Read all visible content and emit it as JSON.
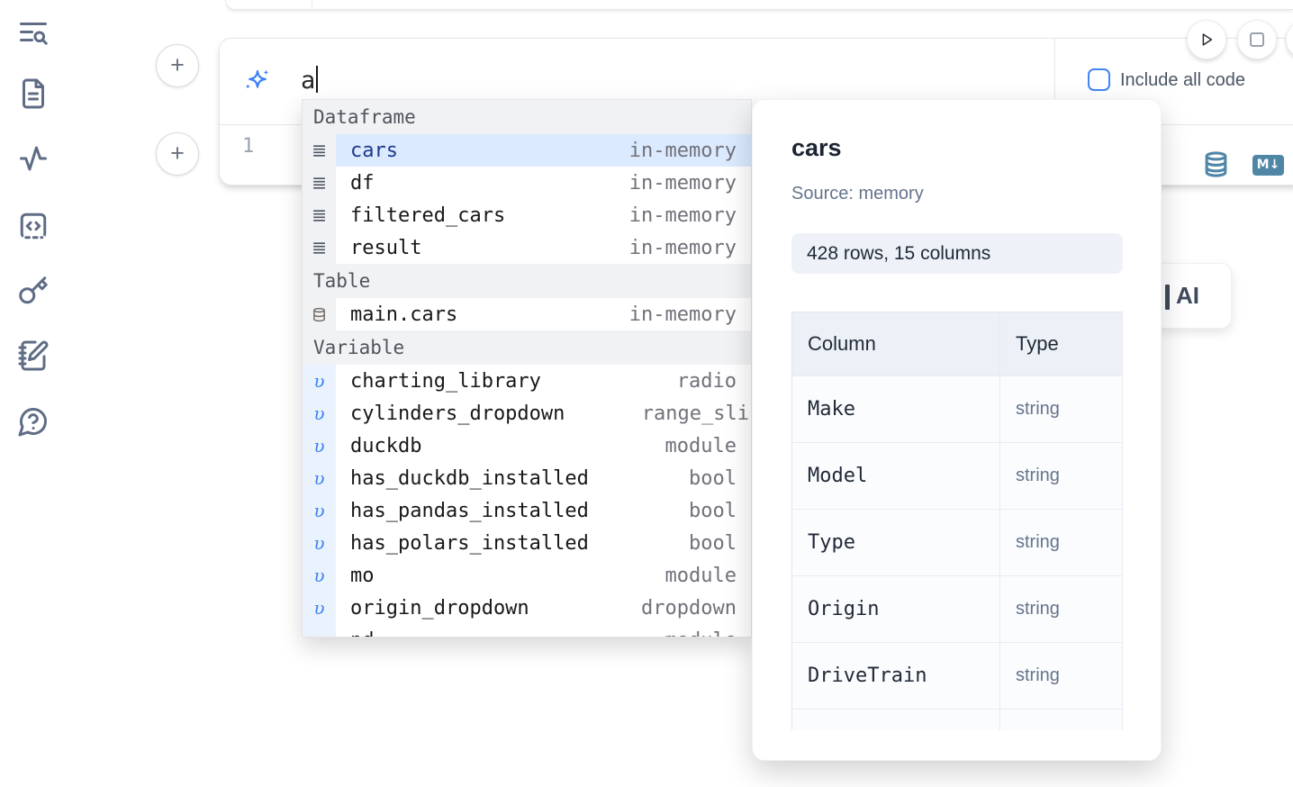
{
  "icons": {
    "variable_glyph": "υ",
    "plus": "+"
  },
  "cell": {
    "prompt_value": "a",
    "include_all_code_label": "Include all code",
    "line_number": "1",
    "markdown_badge": "M↓"
  },
  "autocomplete": {
    "sections": [
      {
        "label": "Dataframe",
        "items": [
          {
            "name": "cars",
            "type": "in-memory",
            "selected": true
          },
          {
            "name": "df",
            "type": "in-memory"
          },
          {
            "name": "filtered_cars",
            "type": "in-memory"
          },
          {
            "name": "result",
            "type": "in-memory"
          }
        ]
      },
      {
        "label": "Table",
        "items": [
          {
            "name": "main.cars",
            "type": "in-memory"
          }
        ]
      },
      {
        "label": "Variable",
        "items": [
          {
            "name": "charting_library",
            "type": "radio"
          },
          {
            "name": "cylinders_dropdown",
            "type": "range_sli"
          },
          {
            "name": "duckdb",
            "type": "module"
          },
          {
            "name": "has_duckdb_installed",
            "type": "bool"
          },
          {
            "name": "has_pandas_installed",
            "type": "bool"
          },
          {
            "name": "has_polars_installed",
            "type": "bool"
          },
          {
            "name": "mo",
            "type": "module"
          },
          {
            "name": "origin_dropdown",
            "type": "dropdown"
          }
        ]
      }
    ],
    "clipped_item": {
      "name": "pd",
      "type": "module"
    }
  },
  "preview": {
    "title": "cars",
    "source": "Source: memory",
    "shape": "428 rows, 15 columns",
    "table": {
      "headers": [
        "Column",
        "Type"
      ],
      "rows": [
        [
          "Make",
          "string"
        ],
        [
          "Model",
          "string"
        ],
        [
          "Type",
          "string"
        ],
        [
          "Origin",
          "string"
        ],
        [
          "DriveTrain",
          "string"
        ]
      ]
    }
  },
  "ai_button": {
    "label": "AI"
  },
  "colors": {
    "accent_blue": "#3b82f6",
    "selection_bg": "#dbeafe",
    "steel_icon": "#4f86a6",
    "sidebar_icon": "#5f6c85"
  }
}
